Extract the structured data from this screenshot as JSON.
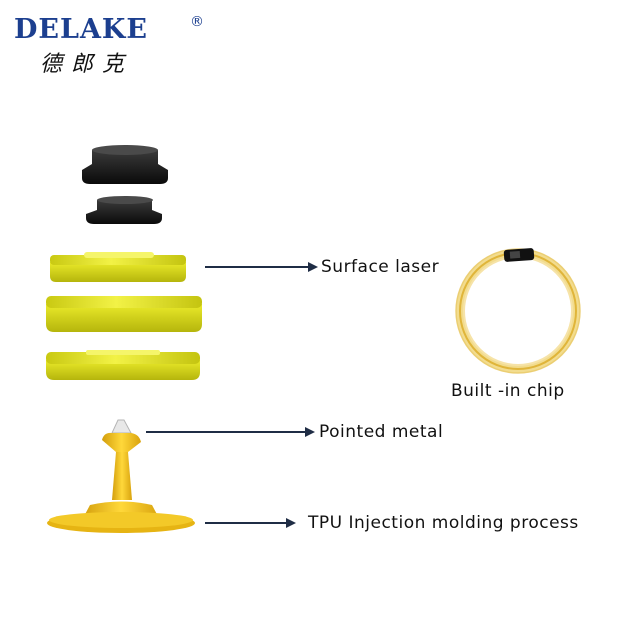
{
  "brand": {
    "name": "DELAKE",
    "registered": "®",
    "chinese": "德郎克"
  },
  "labels": {
    "surface_laser": "Surface laser",
    "built_in_chip": "Built -in chip",
    "pointed_metal": "Pointed metal",
    "tpu_process": "TPU Injection molding process"
  },
  "colors": {
    "brand_blue": "#1c3f8f",
    "tag_yellow": "#e2e21a",
    "pin_yellow": "#f1c21b",
    "arrow_navy": "#1f2d45"
  }
}
